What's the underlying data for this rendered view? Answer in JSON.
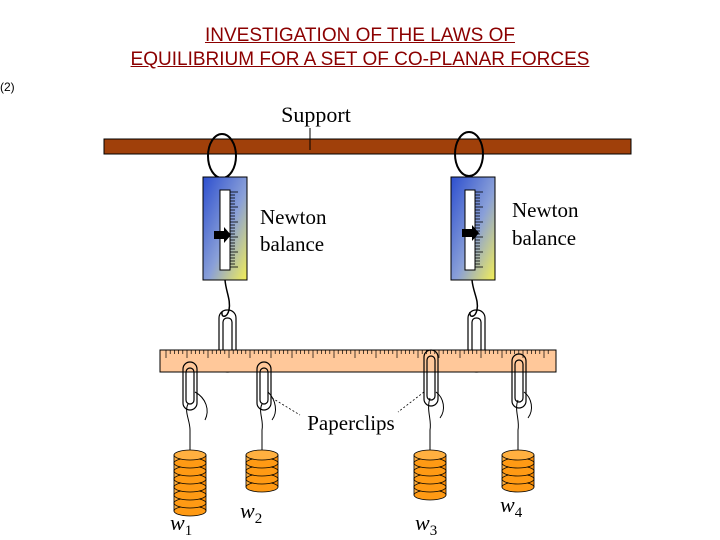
{
  "page": {
    "slide_number": "(2)",
    "title_line1": "INVESTIGATION OF THE LAWS OF",
    "title_line2": "EQUILIBRIUM FOR A SET OF CO-PLANAR FORCES"
  },
  "labels": {
    "support": "Support",
    "balance_left_line1": "Newton",
    "balance_left_line2": "balance",
    "balance_right_line1": "Newton",
    "balance_right_line2": "balance",
    "paperclips": "Paperclips",
    "w1": "w",
    "w1_sub": "1",
    "w2": "w",
    "w2_sub": "2",
    "w3": "w",
    "w3_sub": "3",
    "w4": "w",
    "w4_sub": "4"
  },
  "colors": {
    "title": "#8b0000",
    "support_bar": "#a0400a",
    "ruler": "#ffc89a",
    "weights": "#ff9a14",
    "balance_blue": "#3a5cd0",
    "balance_yellow": "#f3ee58"
  }
}
